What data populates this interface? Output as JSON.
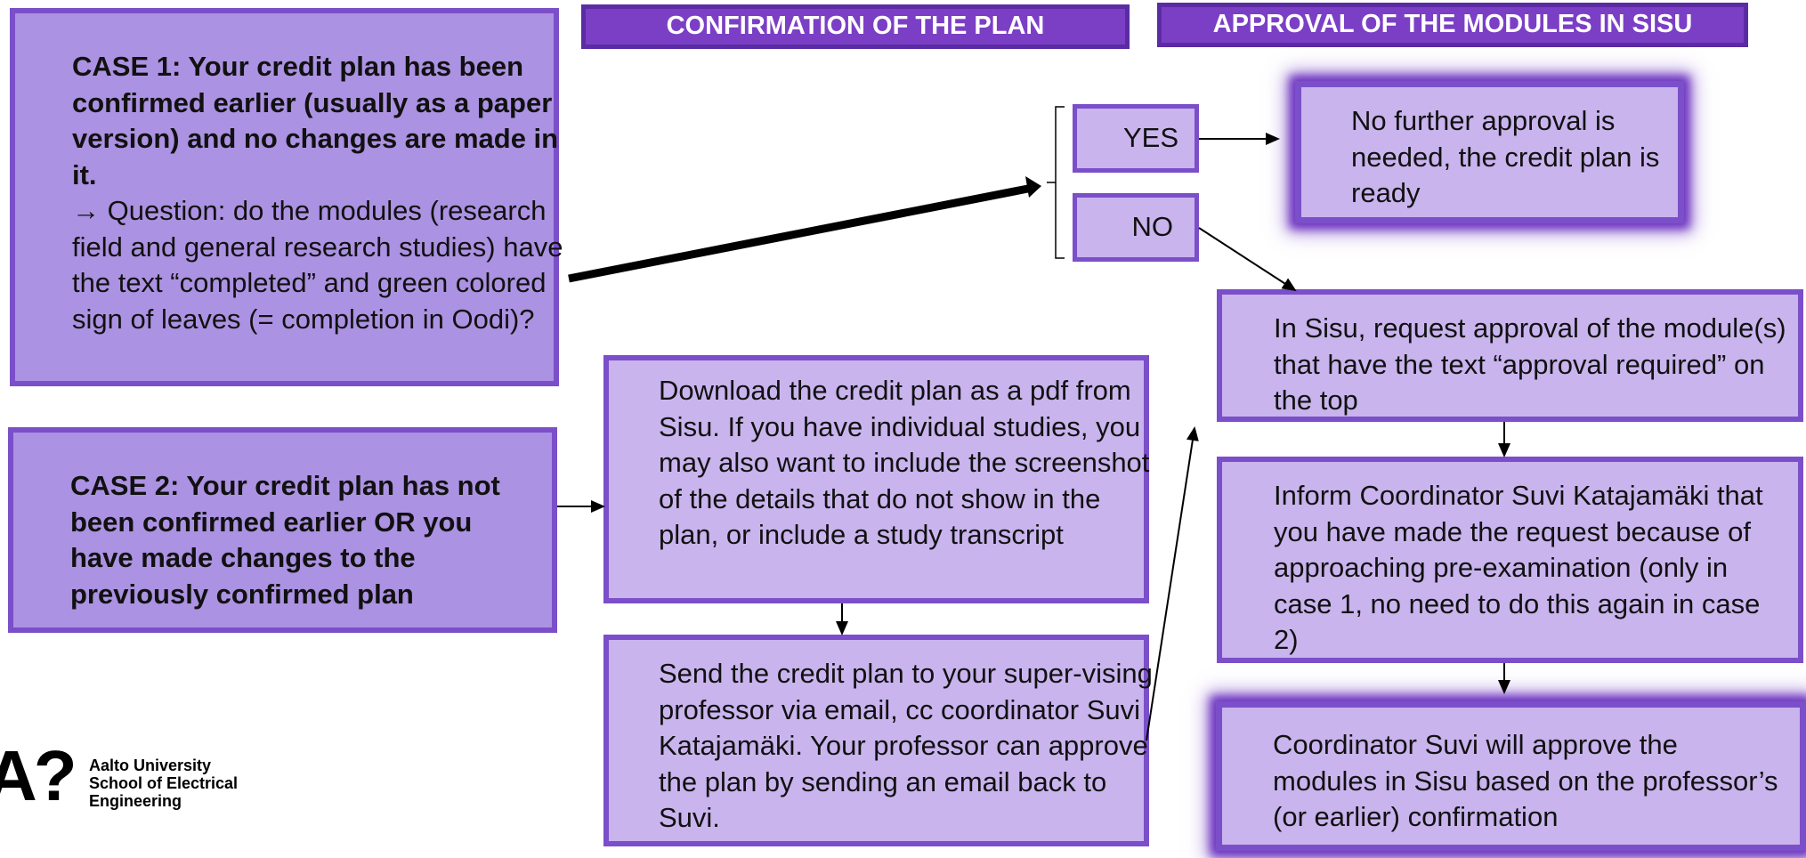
{
  "headers": {
    "confirmation": "CONFIRMATION OF THE PLAN",
    "approval": "APPROVAL OF THE MODULES IN SISU"
  },
  "case1": {
    "title": "CASE 1: Your credit plan has been confirmed earlier (usually as a paper version) and no changes are made in it.",
    "question": "→ Question: do the modules (research field and general research studies) have the text “completed” and green colored sign of leaves (= completion in Oodi)?"
  },
  "case2": {
    "title": "CASE 2: Your credit plan has not been confirmed earlier OR you have made changes to the previously confirmed plan"
  },
  "answers": {
    "yes": "YES",
    "no": "NO"
  },
  "steps": {
    "no_further": "No further approval is needed, the credit plan is ready",
    "download": "Download the credit plan as a pdf from Sisu. If you have individual studies, you may also want to include the screenshot of the details that do not show in the plan, or include a study transcript",
    "send": "Send the credit plan to your super-vising professor via email, cc coordinator Suvi Katajamäki. Your professor can approve the plan by sending an email back to Suvi.",
    "request": "In Sisu, request approval of the module(s) that have the text “approval required” on the top",
    "inform": "Inform Coordinator Suvi Katajamäki that you have made the request because of approaching pre-examination (only in case 1, no need to do this again in case 2)",
    "coordinator": "Coordinator Suvi will approve the modules in Sisu based on the professor’s (or earlier) confirmation"
  },
  "logo": {
    "mark": "A?",
    "line1": "Aalto University",
    "line2": "School of Electrical",
    "line3": "Engineering"
  },
  "colors": {
    "box_dark": "#ac92e2",
    "box_light": "#c9b4ee",
    "border": "#7b4fc9",
    "header": "#7b3fc6"
  }
}
